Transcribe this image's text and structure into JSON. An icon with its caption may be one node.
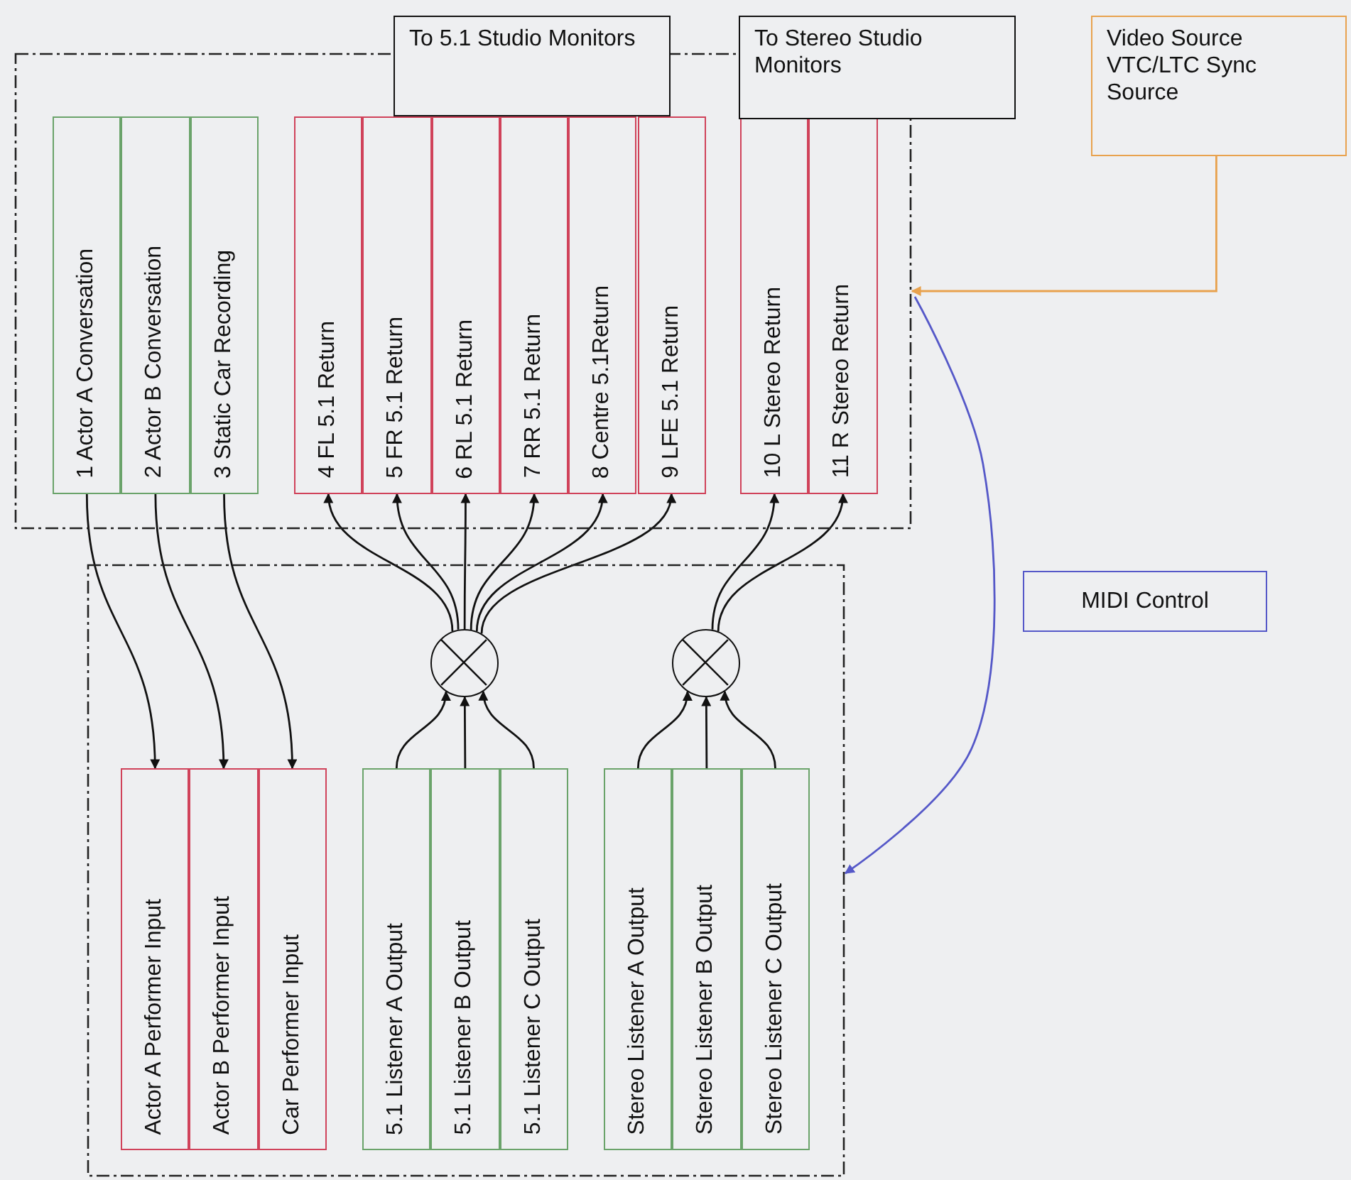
{
  "diagram": {
    "nodes": [
      {
        "text": [],
        "shape": "box"
      },
      {
        "text": [
          "1 Actor A Conversation"
        ],
        "in": 0
      },
      {
        "text": [
          "2 Actor B Conversation"
        ],
        "in": 0
      },
      {
        "text": [
          "3 Static Car Recording"
        ],
        "in": 0
      },
      {
        "text": [
          "4 FL 5.1 Return"
        ],
        "in": 0
      },
      {
        "text": [
          "5 FR 5.1 Return"
        ],
        "in": 0
      },
      {
        "text": [
          "6 RL 5.1 Return"
        ],
        "in": 0
      },
      {
        "text": [
          "7 RR 5.1 Return"
        ],
        "in": 0
      },
      {
        "text": [
          "8 Centre 5.1Return"
        ],
        "in": 0
      },
      {
        "text": [
          "9 LFE 5.1 Return"
        ],
        "in": 0
      },
      {
        "text": [
          "10 L Stereo Return"
        ],
        "in": 0
      },
      {
        "text": [
          "11 R Stereo Return"
        ],
        "in": 0
      },
      {
        "text": [
          "To 5.1 Studio Monitors"
        ]
      },
      {
        "text": [
          "To Stereo Studio Monitors"
        ]
      },
      {
        "text": [
          "Video Source VTC/LTC Sync Source"
        ]
      },
      {
        "text": [
          "MIDI Control"
        ]
      },
      {
        "text": [],
        "shape": "box"
      },
      {
        "text": [],
        "shape": "circle",
        "in": 16
      },
      {
        "text": [],
        "shape": "circle",
        "in": 16
      },
      {
        "text": [
          "Actor A Performer Input"
        ],
        "in": 16
      },
      {
        "text": [
          "Actor B Performer Input"
        ],
        "in": 16
      },
      {
        "text": [
          "Car Performer Input"
        ],
        "in": 16
      },
      {
        "text": [
          "5.1 Listener A Output"
        ],
        "in": 16
      },
      {
        "text": [
          "5.1 Listener B Output"
        ],
        "in": 16
      },
      {
        "text": [
          "5.1 Listener C Output"
        ],
        "in": 16
      },
      {
        "text": [
          "Stereo Listener A Output"
        ],
        "in": 16
      },
      {
        "text": [
          "Stereo Listener B Output"
        ],
        "in": 16
      },
      {
        "text": [
          "Stereo Listener C Output"
        ],
        "in": 16
      }
    ],
    "edges": [
      {
        "from": 1,
        "to": 19,
        "arrow": "to"
      },
      {
        "from": 2,
        "to": 20,
        "arrow": "to"
      },
      {
        "from": 3,
        "to": 21,
        "arrow": "to"
      },
      {
        "from": 17,
        "to": 4,
        "arrow": "to"
      },
      {
        "from": 17,
        "to": 5,
        "arrow": "to"
      },
      {
        "from": 17,
        "to": 6,
        "arrow": "to"
      },
      {
        "from": 17,
        "to": 7,
        "arrow": "to"
      },
      {
        "from": 17,
        "to": 8,
        "arrow": "to"
      },
      {
        "from": 17,
        "to": 9,
        "arrow": "to"
      },
      {
        "from": 18,
        "to": 10,
        "arrow": "to"
      },
      {
        "from": 18,
        "to": 11,
        "arrow": "to"
      },
      {
        "from": 22,
        "to": 17,
        "arrow": "to"
      },
      {
        "from": 23,
        "to": 17,
        "arrow": "to"
      },
      {
        "from": 24,
        "to": 17,
        "arrow": "to"
      },
      {
        "from": 25,
        "to": 18,
        "arrow": "to"
      },
      {
        "from": 26,
        "to": 18,
        "arrow": "to"
      },
      {
        "from": 27,
        "to": 18,
        "arrow": "to"
      },
      {
        "from": 14,
        "to": 0,
        "arrow": "to",
        "color": "#e8a24e"
      },
      {
        "from": 0,
        "to": 16,
        "arrow": "to",
        "color": "#5558c8"
      }
    ]
  }
}
